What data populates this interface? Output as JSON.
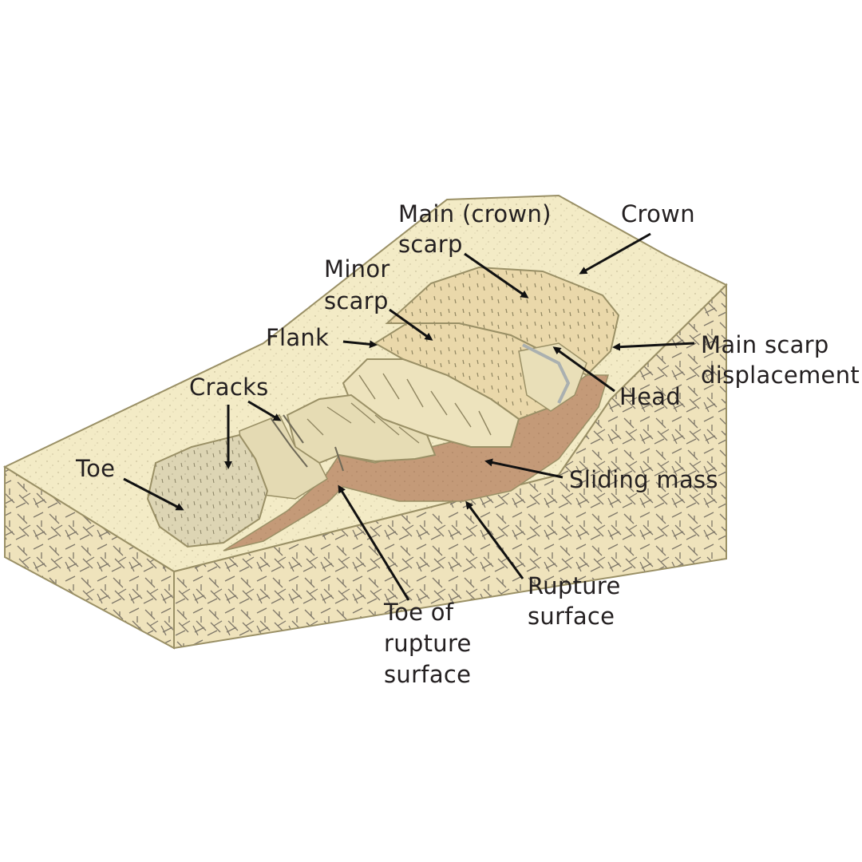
{
  "diagram": {
    "labels": {
      "main_crown_scarp": [
        "Main (crown)",
        "scarp"
      ],
      "crown": [
        "Crown"
      ],
      "minor_scarp": [
        "Minor",
        "scarp"
      ],
      "flank": [
        "Flank"
      ],
      "main_scarp_displacement": [
        "Main scarp",
        "displacement"
      ],
      "head": [
        "Head"
      ],
      "cracks": [
        "Cracks"
      ],
      "toe": [
        "Toe"
      ],
      "sliding_mass": [
        "Sliding mass"
      ],
      "rupture_surface": [
        "Rupture",
        "surface"
      ],
      "toe_of_rupture_surface": [
        "Toe of",
        "rupture",
        "surface"
      ]
    },
    "colors": {
      "ground_surface": "#f3ebc6",
      "bedrock_side": "#efe3bc",
      "bedrock_hatch": "#7f786a",
      "sliding_mass": "#c49a78",
      "scarp_face": "#ead8aa",
      "slump_block": "#e8deb7",
      "toe_lobe": "#dcd4b3",
      "outline": "#9a9066",
      "arrow": "#111111"
    }
  }
}
